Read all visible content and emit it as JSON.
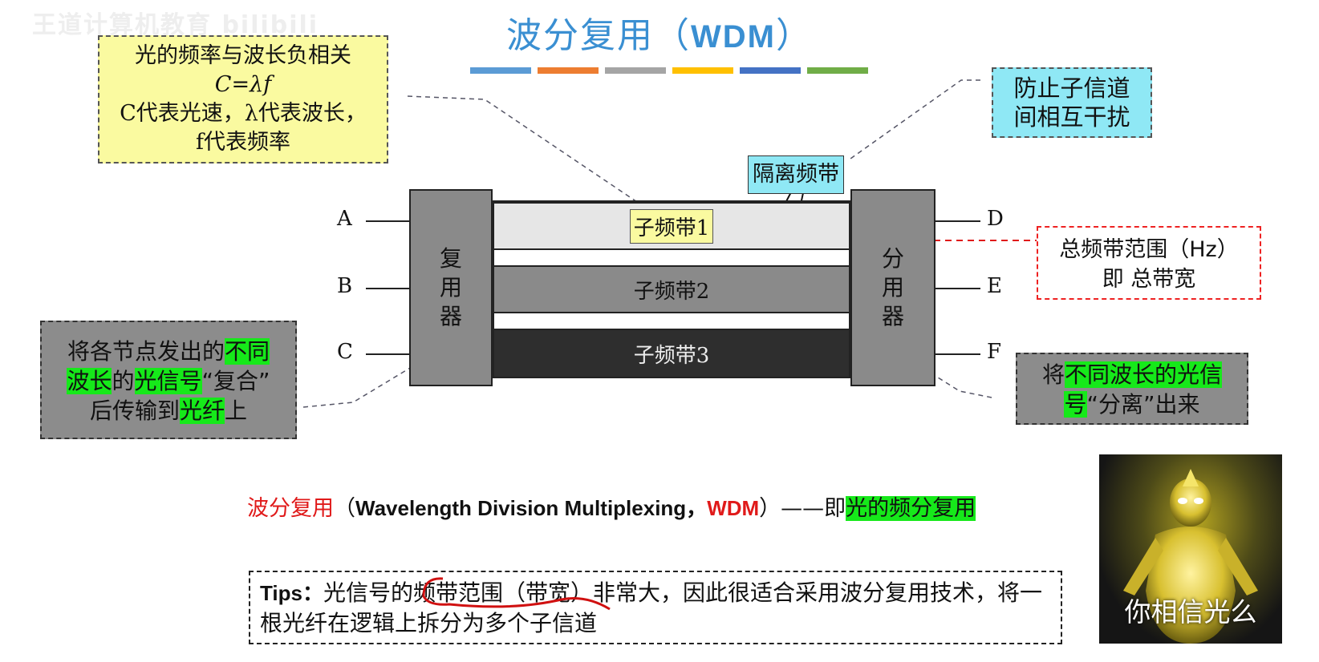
{
  "watermark": "王道计算机教育 bilibili",
  "title": {
    "main": "波分复用（",
    "abbr": "WDM",
    "close": "）"
  },
  "colors": {
    "bars": [
      "#5b9bd5",
      "#ed7d31",
      "#a5a5a5",
      "#ffc000",
      "#4472c4",
      "#70ad47"
    ],
    "highlight": "#16e91a",
    "accent_red": "#e01a1a"
  },
  "note_frequency": {
    "line1": "光的频率与波长负相关",
    "line2": "C=λf",
    "line3": "C代表光速，λ代表波长，",
    "line4": "f代表频率"
  },
  "note_guard": {
    "line1": "防止子信道",
    "line2": "间相互干扰"
  },
  "guard_band_label": "隔离频带",
  "total_bandwidth": {
    "line1": "总频带范围（Hz）",
    "line2": "即 总带宽"
  },
  "note_mux": {
    "p1": "将各节点发出的",
    "h1": "不同",
    "h2": "波长",
    "p2": "的",
    "h3": "光信号",
    "p3": "“复合”",
    "p4": "后传输到",
    "h4": "光纤",
    "p5": "上"
  },
  "note_demux": {
    "p1": "将",
    "h1": "不同波长的光信",
    "h2": "号",
    "p2": "“分离”出来"
  },
  "diagram": {
    "mux_label": [
      "复",
      "用",
      "器"
    ],
    "demux_label": [
      "分",
      "用",
      "器"
    ],
    "inputs": [
      "A",
      "B",
      "C"
    ],
    "outputs": [
      "D",
      "E",
      "F"
    ],
    "bands": [
      "子频带1",
      "子频带2",
      "子频带3"
    ]
  },
  "definition": {
    "term": "波分复用",
    "paren_open": "（",
    "english": "Wavelength Division Multiplexing，",
    "abbr": "WDM",
    "paren_close": "）——即",
    "highlight": "光的频分复用"
  },
  "tips": {
    "label": "Tips：",
    "text": "光信号的频带范围（带宽）非常大，因此很适合采用波分复用技术，将一根光纤在逻辑上拆分为多个子信道"
  },
  "meme_caption": "你相信光么"
}
